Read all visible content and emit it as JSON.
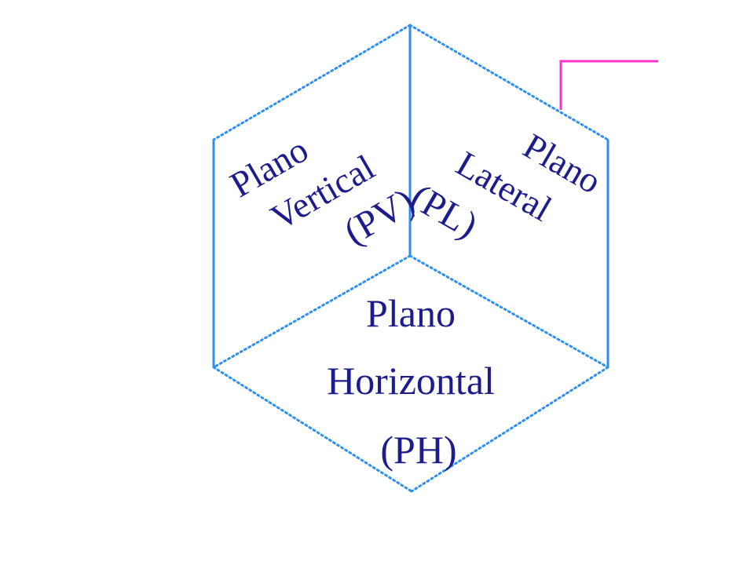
{
  "diagram": {
    "colors": {
      "edge": "#2f8ff0",
      "label": "#1c1c8c",
      "leader": "#ff33cc",
      "background": "#ffffff"
    },
    "planes": {
      "vertical": {
        "line1": "Plano",
        "line2": "Vertical",
        "line3": "(PV)"
      },
      "lateral": {
        "line1": "Plano",
        "line2": "Lateral",
        "line3": "(PL)"
      },
      "horizontal": {
        "line1": "Plano",
        "line2": "Horizontal",
        "line3": "(PH)"
      }
    }
  }
}
